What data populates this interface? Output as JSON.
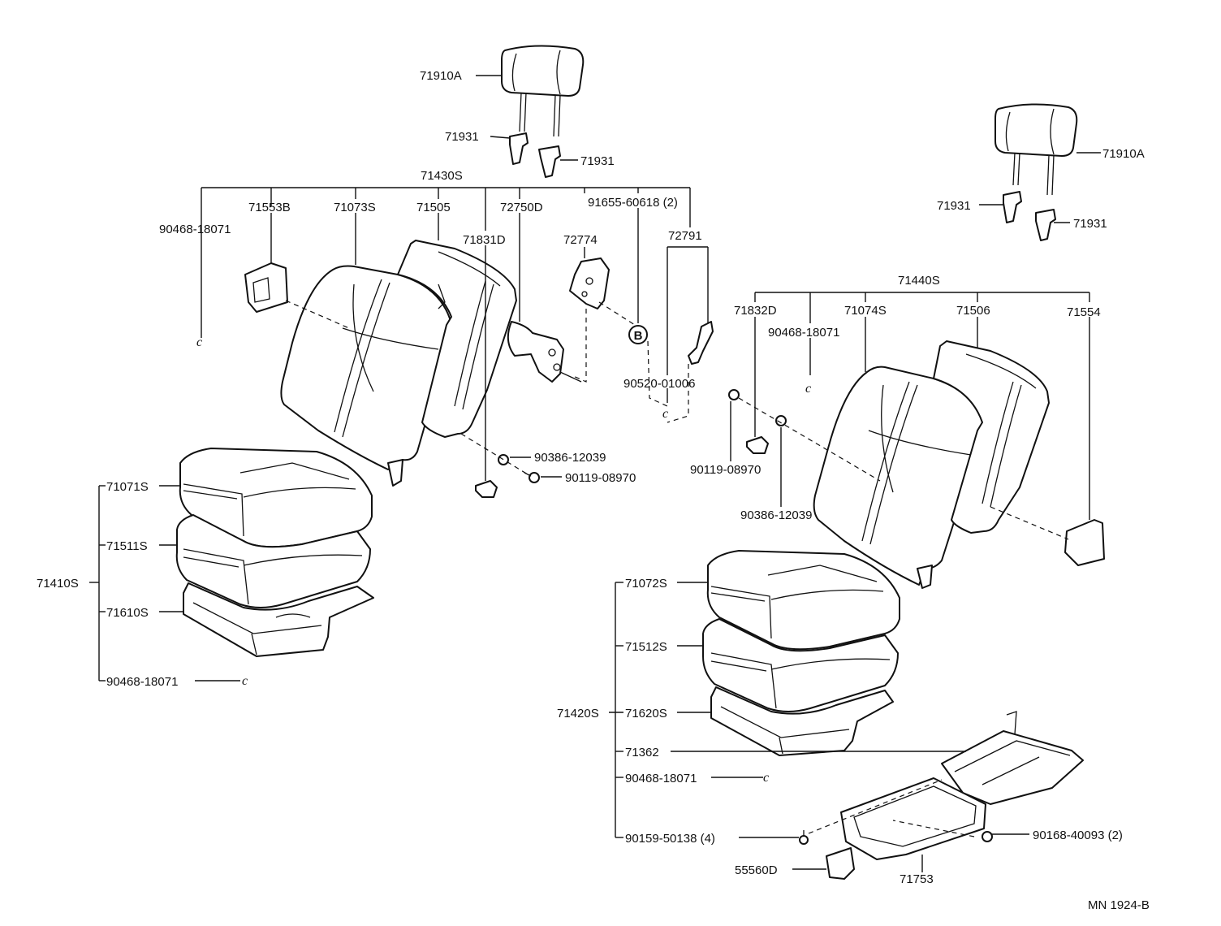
{
  "diagram_id": "MN 1924-B",
  "clip_glyph": "c",
  "callout_b": "B",
  "labels": {
    "hr_l": "71910A",
    "g1_l": "71931",
    "g2_l": "71931",
    "seatback_l": "71430S",
    "p_90468_a": "90468-18071",
    "p_71553b": "71553B",
    "p_71073s": "71073S",
    "p_71505": "71505",
    "p_71831d": "71831D",
    "p_72750d": "72750D",
    "p_91655": "91655-60618 (2)",
    "p_72774": "72774",
    "p_72791": "72791",
    "p_90520": "90520-01006",
    "p_90386_a": "90386-12039",
    "p_90119_a": "90119-08970",
    "p_71071s": "71071S",
    "p_71511s": "71511S",
    "p_71410s": "71410S",
    "p_71610s": "71610S",
    "p_90468_b": "90468-18071",
    "hr_r": "71910A",
    "g1_r": "71931",
    "g2_r": "71931",
    "seatback_r": "71440S",
    "p_71832d": "71832D",
    "p_90468_c": "90468-18071",
    "p_71074s": "71074S",
    "p_71506": "71506",
    "p_71554": "71554",
    "p_90119_b": "90119-08970",
    "p_90386_b": "90386-12039",
    "p_71072s": "71072S",
    "p_71512s": "71512S",
    "p_71420s": "71420S",
    "p_71620s": "71620S",
    "p_71362": "71362",
    "p_90468_d": "90468-18071",
    "p_90159": "90159-50138 (4)",
    "p_90168": "90168-40093 (2)",
    "p_55560d": "55560D",
    "p_71753": "71753"
  }
}
